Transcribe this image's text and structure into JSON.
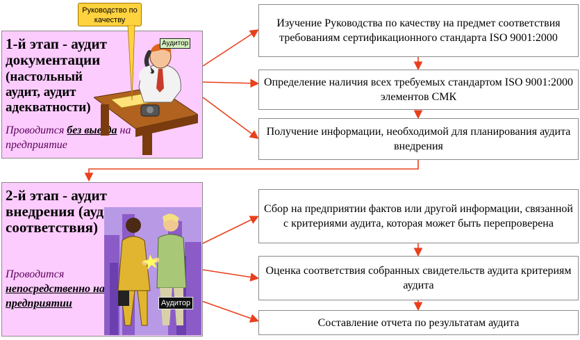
{
  "stage1": {
    "title": "1-й этап -  аудит документации",
    "subtitle": "(настольный аудит, аудит адекватности)",
    "note_prefix": "Проводится ",
    "note_emph": "без выезда",
    "note_suffix": " на предприятие",
    "callout": "Руководство по качеству",
    "auditor_label": "Аудитор"
  },
  "stage2": {
    "title": "2-й этап - аудит внедрения (аудит соответствия)",
    "note_prefix": "Проводится ",
    "note_emph": "непосредственно на предприятии",
    "auditor_label": "Аудитор"
  },
  "steps": [
    "Изучение Руководства по качеству на предмет соответствия требованиям сертификационного стандарта ISO 9001:2000",
    "Определение наличия всех требуемых стандартом ISO 9001:2000 элементов СМК",
    "Получение информации, необходимой для планирования аудита внедрения",
    "Сбор на предприятии фактов или другой информации, связанной с критериями аудита, которая может быть перепроверена",
    "Оценка соответствия собранных свидетельств аудита критериям аудита",
    "Составление отчета по результатам аудита"
  ],
  "colors": {
    "stage_bg": "#fdccff",
    "arrow": "#e8401c",
    "callout": "#ffd23f"
  }
}
